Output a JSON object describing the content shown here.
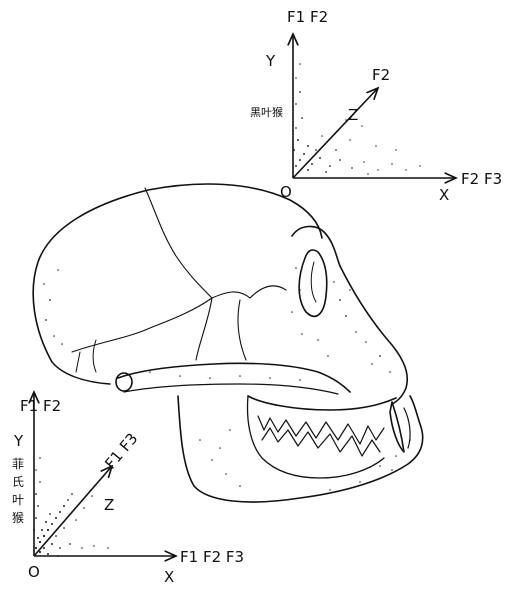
{
  "upper_axes": {
    "y_top_label": "F1 F2",
    "y_axis_letter": "Y",
    "z_axis_label": "F2",
    "z_axis_letter": "Z",
    "x_end_label": "F2 F3",
    "x_axis_letter": "X",
    "origin": "O",
    "species_label": "黑叶猴"
  },
  "lower_axes": {
    "y_top_label": "F1 F2",
    "y_axis_letter": "Y",
    "z_axis_label": "F1 F3",
    "z_axis_letter": "Z",
    "x_end_label": "F1 F2 F3",
    "x_axis_letter": "X",
    "origin": "O",
    "species_label_chars": [
      "菲",
      "氏",
      "叶",
      "猴"
    ]
  }
}
